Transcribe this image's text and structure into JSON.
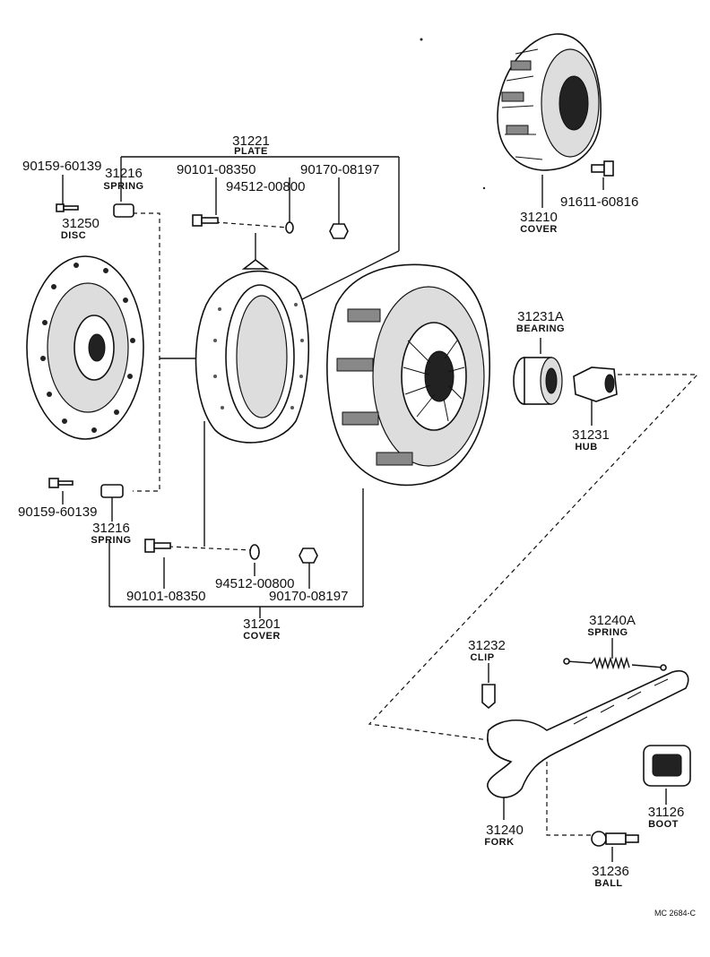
{
  "labels": {
    "plate_221": {
      "number": "31221",
      "name": "PLATE"
    },
    "bolt_top_left": {
      "number": "90159-60139"
    },
    "spring_top": {
      "number": "31216",
      "name": "SPRING"
    },
    "bolt_08350_top": {
      "number": "90101-08350"
    },
    "washer_00800_top": {
      "number": "94512-00800"
    },
    "nut_08197_top": {
      "number": "90170-08197"
    },
    "disc": {
      "number": "31250",
      "name": "DISC"
    },
    "cover_210": {
      "number": "31210",
      "name": "COVER"
    },
    "bolt_60816": {
      "number": "91611-60816"
    },
    "bearing": {
      "number": "31231A",
      "name": "BEARING"
    },
    "hub": {
      "number": "31231",
      "name": "HUB"
    },
    "bolt_bottom_left": {
      "number": "90159-60139"
    },
    "spring_bottom": {
      "number": "31216",
      "name": "SPRING"
    },
    "bolt_08350_bottom": {
      "number": "90101-08350"
    },
    "washer_00800_bottom": {
      "number": "94512-00800"
    },
    "nut_08197_bottom": {
      "number": "90170-08197"
    },
    "cover_201": {
      "number": "31201",
      "name": "COVER"
    },
    "spring_240a": {
      "number": "31240A",
      "name": "SPRING"
    },
    "clip": {
      "number": "31232",
      "name": "CLIP"
    },
    "fork": {
      "number": "31240",
      "name": "FORK"
    },
    "boot": {
      "number": "31126",
      "name": "BOOT"
    },
    "ball": {
      "number": "31236",
      "name": "BALL"
    }
  },
  "drawing_code": "MC 2684-C"
}
